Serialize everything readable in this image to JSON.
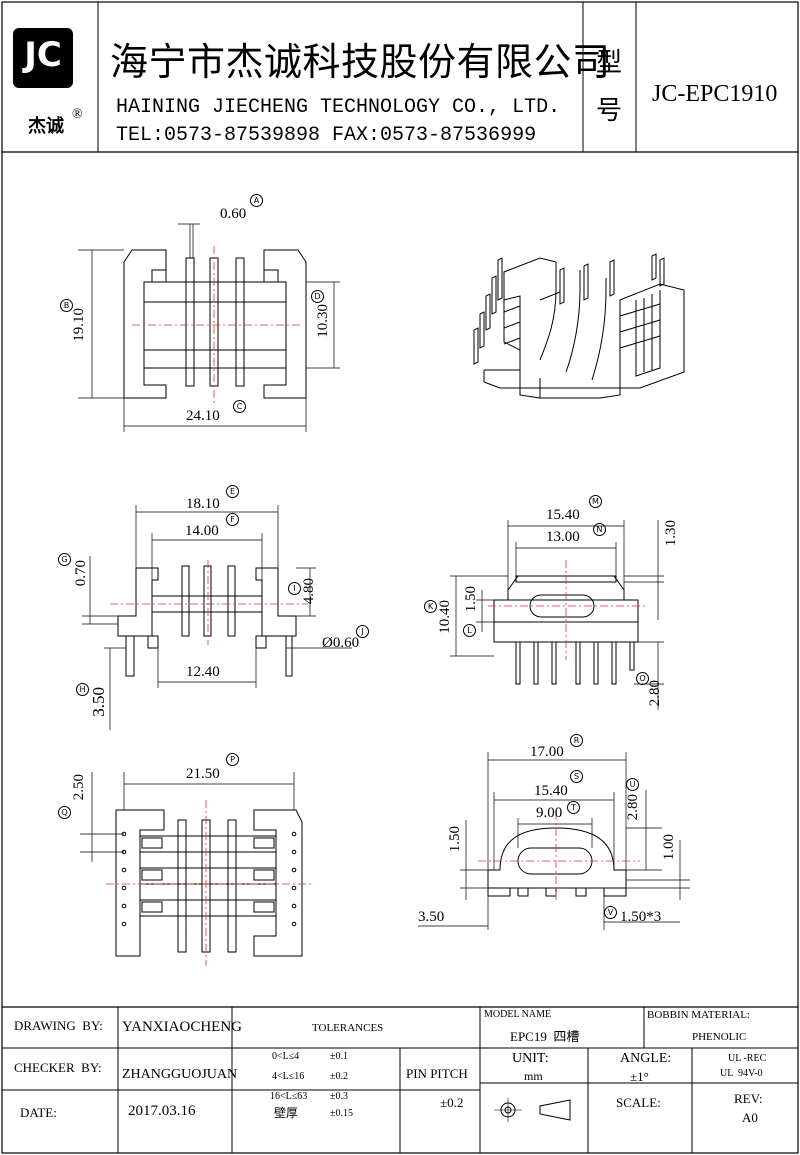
{
  "header": {
    "logo_text": "JC",
    "logo_sub": "杰诚",
    "registered_mark": "®",
    "company_cn": "海宁市杰诚科技股份有限公司",
    "company_en": "HAINING JIECHENG TECHNOLOGY CO., LTD.",
    "contact": "TEL:0573-87539898   FAX:0573-87536999",
    "model_label_1": "型",
    "model_label_2": "号",
    "model_number": "JC-EPC1910"
  },
  "dimensions": {
    "A": {
      "mark": "A",
      "value": "0.60"
    },
    "B": {
      "mark": "B",
      "value": "19.10"
    },
    "C": {
      "mark": "C",
      "value": "24.10"
    },
    "D": {
      "mark": "D",
      "value": "10.30"
    },
    "E": {
      "mark": "E",
      "value": "18.10"
    },
    "F": {
      "mark": "F",
      "value": "14.00"
    },
    "G": {
      "mark": "G",
      "value": "0.70"
    },
    "H": {
      "mark": "H",
      "value": "3.50"
    },
    "I": {
      "mark": "I",
      "value": "4.80"
    },
    "J": {
      "mark": "J",
      "value": "Ø0.60"
    },
    "K": {
      "mark": "K",
      "value": "10.40"
    },
    "L": {
      "mark": "L",
      "value": "1.50"
    },
    "M": {
      "mark": "M",
      "value": "15.40"
    },
    "N": {
      "mark": "N",
      "value": "13.00"
    },
    "O": {
      "mark": "O",
      "value": "2.80"
    },
    "P": {
      "mark": "P",
      "value": "21.50"
    },
    "Q": {
      "mark": "Q",
      "value": "2.50"
    },
    "R": {
      "mark": "R",
      "value": "17.00"
    },
    "S": {
      "mark": "S",
      "value": "15.40"
    },
    "T": {
      "mark": "T",
      "value": "9.00"
    },
    "U": {
      "mark": "U",
      "value": "2.80"
    },
    "V": {
      "mark": "V",
      "value": "1.50*3"
    },
    "extra_130": "1.30",
    "extra_1240": "12.40",
    "extra_150b": "1.50",
    "extra_100": "1.00",
    "extra_350b": "3.50"
  },
  "footer": {
    "drawing_by_label": "DRAWING  BY:",
    "drawing_by": "YANXIAOCHENG",
    "checker_by_label": "CHECKER  BY:",
    "checker_by": "ZHANGGUOJUAN",
    "date_label": "DATE:",
    "date": "2017.03.16",
    "tolerances_label": "TOLERANCES",
    "tol_rows": [
      {
        "range": "0<L≤4",
        "tol": "±0.1"
      },
      {
        "range": "4<L≤16",
        "tol": "±0.2"
      },
      {
        "range": "16<L≤63",
        "tol": "±0.3"
      },
      {
        "range": "壁厚",
        "tol": "±0.15"
      }
    ],
    "pin_pitch_label": "PIN PITCH",
    "pin_pitch": "±0.2",
    "model_name_label": "MODEL NAME",
    "model_name": "EPC19  四槽",
    "bobbin_material_label": "BOBBIN MATERIAL:",
    "bobbin_material": "PHENOLIC",
    "unit_label": "UNIT:",
    "unit": "mm",
    "angle_label": "ANGLE:",
    "angle": "±1°",
    "ul_1": "UL -REC",
    "ul_2": "UL  94V-0",
    "scale_label": "SCALE:",
    "rev_label": "REV:",
    "rev": "A0"
  }
}
